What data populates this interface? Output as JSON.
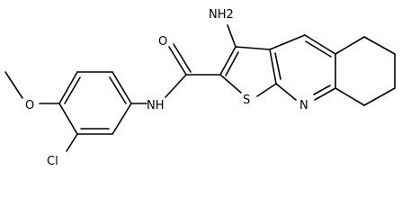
{
  "molecule": {
    "atoms": {
      "nh2": "NH2",
      "o_carbonyl": "O",
      "nh_amide": "NH",
      "s": "S",
      "n_ring": "N",
      "o_methoxy": "O",
      "cl": "Cl"
    }
  }
}
